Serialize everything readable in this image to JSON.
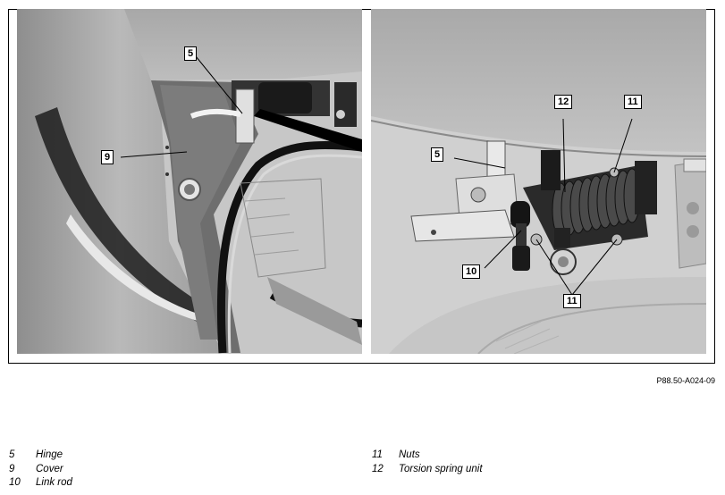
{
  "figure_code": "P88.50-A024-09",
  "callouts": {
    "left": [
      {
        "number": "5"
      },
      {
        "number": "9"
      }
    ],
    "right": [
      {
        "number": "12"
      },
      {
        "number": "11"
      },
      {
        "number": "5"
      },
      {
        "number": "10"
      },
      {
        "number": "11"
      }
    ]
  },
  "legend": {
    "left_column": [
      {
        "number": "5",
        "label": "Hinge"
      },
      {
        "number": "9",
        "label": "Cover"
      },
      {
        "number": "10",
        "label": "Link rod"
      }
    ],
    "right_column": [
      {
        "number": "11",
        "label": "Nuts"
      },
      {
        "number": "12",
        "label": "Torsion spring unit"
      }
    ]
  }
}
